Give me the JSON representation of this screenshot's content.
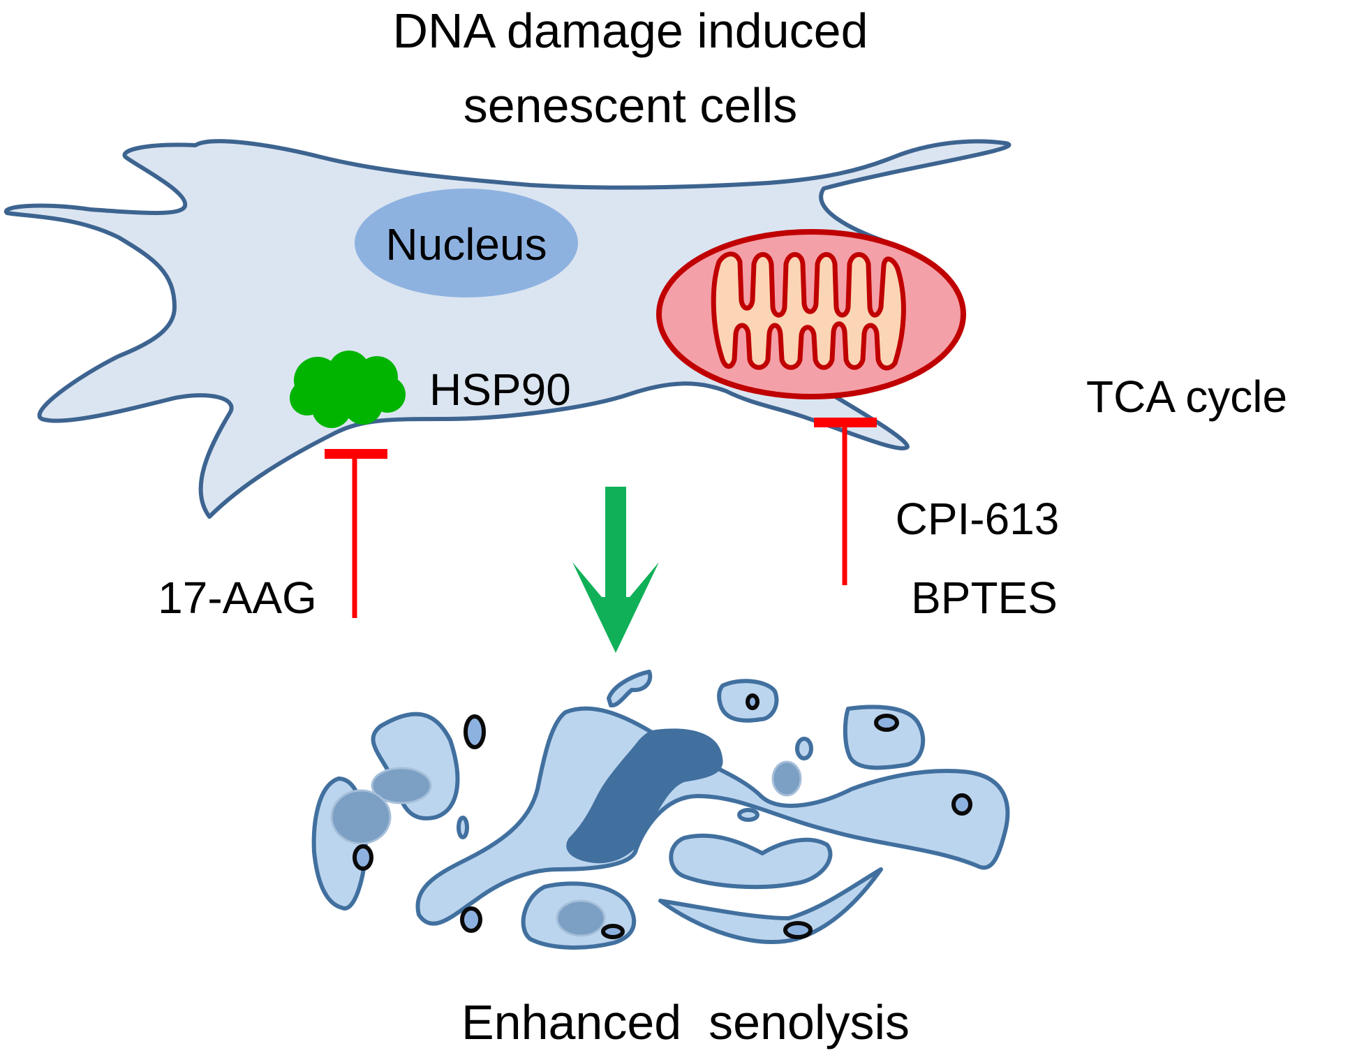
{
  "title": {
    "line1": "DNA damage induced",
    "line2": "senescent cells"
  },
  "labels": {
    "nucleus": "Nucleus",
    "hsp90": "HSP90",
    "tca_cycle": "TCA cycle",
    "inhibitor_left": "17-AAG",
    "inhibitor_right_1": "CPI-613",
    "inhibitor_right_2": "BPTES",
    "outcome": "Enhanced  senolysis"
  },
  "colors": {
    "cell_fill": "#dbe5f1",
    "cell_stroke": "#3d6490",
    "nucleus_fill": "#8eb2e0",
    "hsp90_fill": "#00b400",
    "mito_outer_fill": "#f4a0a8",
    "mito_stroke": "#c00000",
    "mito_inner_fill": "#fbd5b5",
    "inhibitor": "#ff0000",
    "arrow": "#10b058",
    "debris_fill": "#bcd5ee",
    "debris_stroke": "#41709f",
    "debris_dark": "#41709f"
  }
}
